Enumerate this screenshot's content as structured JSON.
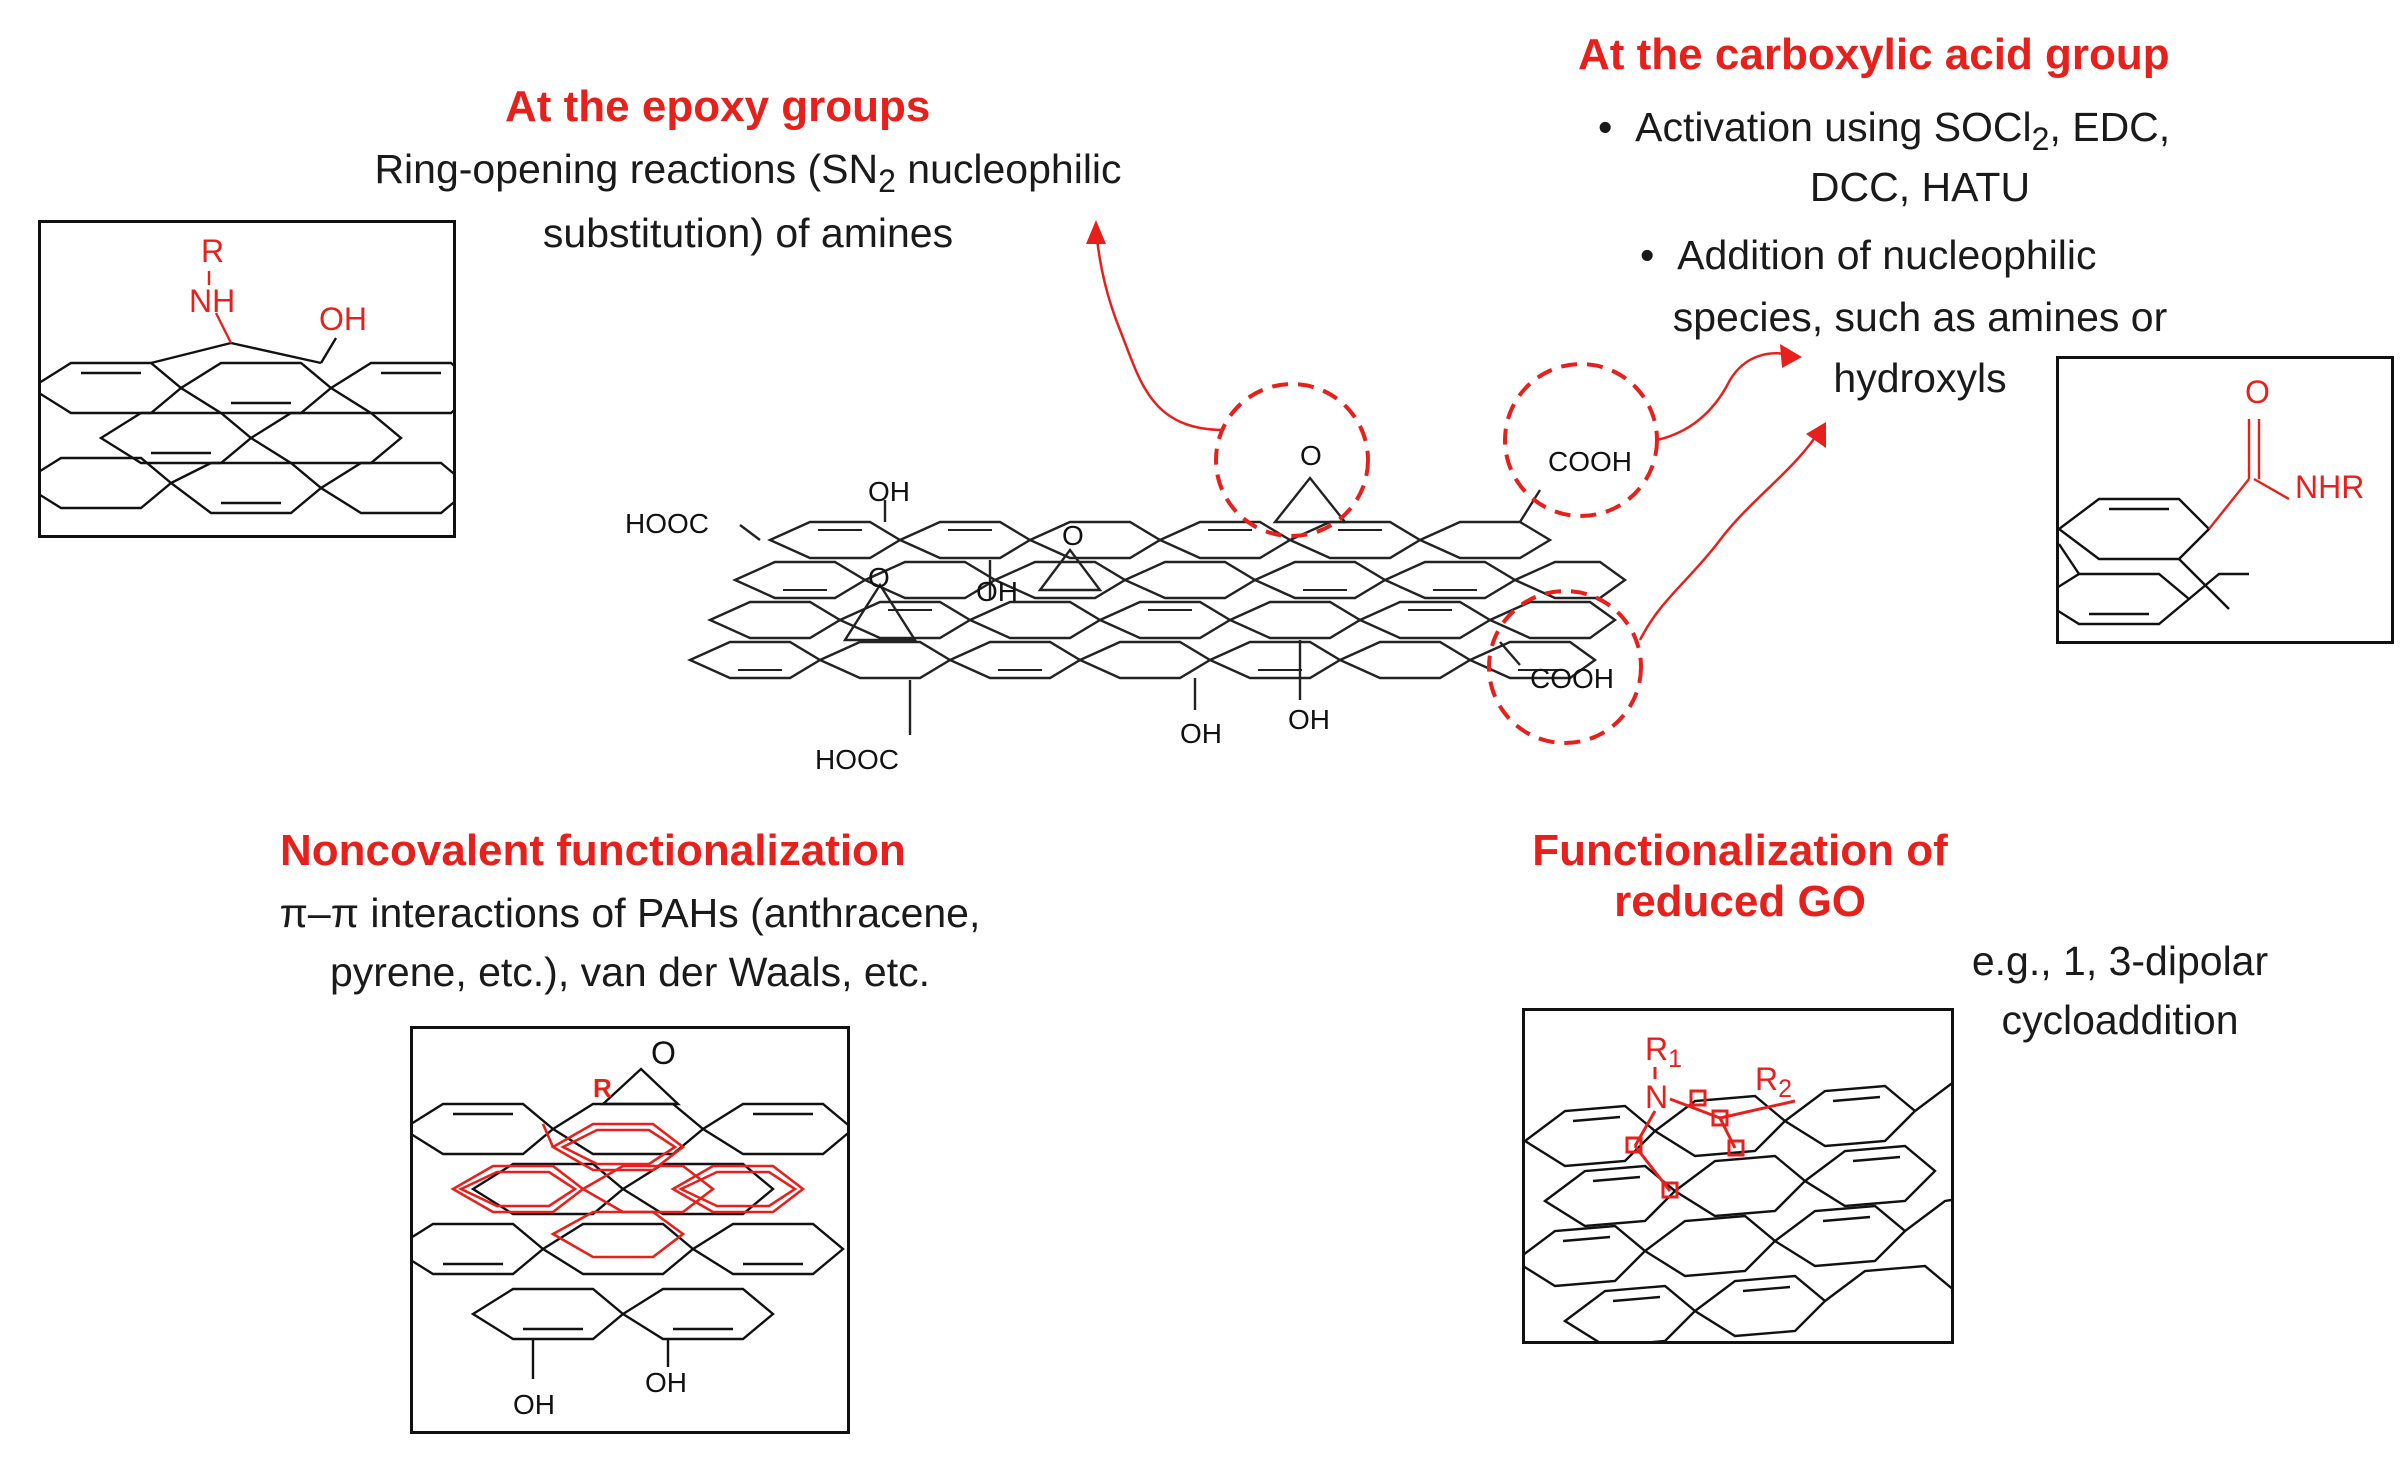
{
  "epoxy": {
    "heading": "At the epoxy groups",
    "line1_pre": "Ring-opening reactions (SN",
    "line1_sub": "2",
    "line1_post": " nucleophilic",
    "line2": "substitution) of amines"
  },
  "carboxylic": {
    "heading": "At the carboxylic acid group",
    "bullet1_pre": "Activation using SOCl",
    "bullet1_sub": "2",
    "bullet1_post": ", EDC,",
    "bullet1_line2": "DCC, HATU",
    "bullet2_line1": "Addition of nucleophilic",
    "bullet2_line2": "species, such as amines or",
    "bullet2_line3": "hydroxyls"
  },
  "noncovalent": {
    "heading": "Noncovalent functionalization",
    "line1": "π–π interactions of PAHs (anthracene,",
    "line2": "pyrene, etc.), van der Waals, etc."
  },
  "reduced": {
    "heading_line1": "Functionalization of",
    "heading_line2": "reduced GO",
    "example_line1": "e.g., 1, 3-dipolar",
    "example_line2": "cycloaddition"
  },
  "go_sheet": {
    "labels": {
      "hooc_top": "HOOC",
      "hooc_bottom": "HOOC",
      "cooh_top": "COOH",
      "cooh_bottom": "COOH",
      "oh_1": "OH",
      "oh_2": "OH",
      "oh_3": "OH",
      "oh_4": "OH",
      "o_epoxy_1": "O",
      "o_epoxy_2": "O",
      "o_epoxy_3": "O"
    }
  },
  "box_amine": {
    "r": "R",
    "nh": "NH",
    "oh": "OH"
  },
  "box_amide": {
    "o": "O",
    "nhr": "NHR"
  },
  "box_pah": {
    "r": "R",
    "o": "O",
    "oh_1": "OH",
    "oh_2": "OH"
  },
  "box_cyclo": {
    "r1_main": "R",
    "r1_sub": "1",
    "r2_main": "R",
    "r2_sub": "2",
    "n": "N"
  },
  "colors": {
    "accent": "#e8201c",
    "text": "#1a1a1a",
    "structure": "#111111"
  }
}
